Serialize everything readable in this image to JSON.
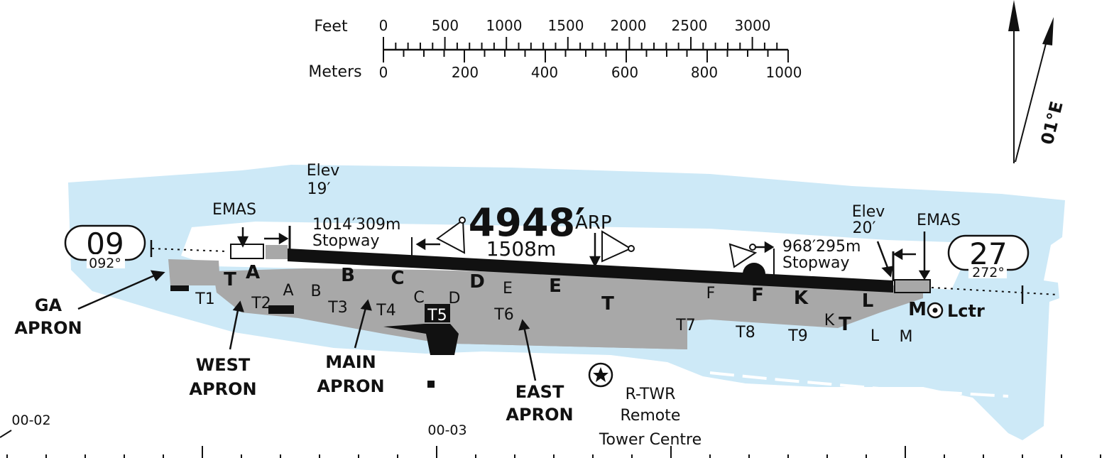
{
  "scale": {
    "feet_label": "Feet",
    "meters_label": "Meters",
    "feet_ticks": [
      "0",
      "500",
      "1000",
      "1500",
      "2000",
      "2500",
      "3000"
    ],
    "meters_ticks": [
      "0",
      "200",
      "400",
      "600",
      "800",
      "1000"
    ]
  },
  "north": {
    "variation": "01°E"
  },
  "runway": {
    "length_ft": "4948′",
    "length_m": "1508m",
    "arp": "ARP",
    "end_west": {
      "number": "09",
      "heading": "092°"
    },
    "end_east": {
      "number": "27",
      "heading": "272°"
    },
    "elev_west": {
      "label": "Elev",
      "value": "19′"
    },
    "elev_east": {
      "label": "Elev",
      "value": "20′"
    },
    "emas_west": "EMAS",
    "emas_east": "EMAS",
    "stopway_west": {
      "length": "1014′309m",
      "label": "Stopway"
    },
    "stopway_east": {
      "length": "968′295m",
      "label": "Stopway"
    }
  },
  "taxiways": {
    "main": [
      "A",
      "B",
      "C",
      "D",
      "E",
      "F",
      "K",
      "L",
      "M"
    ],
    "small": [
      "A",
      "B",
      "C",
      "D",
      "E",
      "F",
      "K",
      "L",
      "M"
    ],
    "parallel": [
      "T",
      "T",
      "T"
    ],
    "stands": [
      "T1",
      "T2",
      "T3",
      "T4",
      "T5",
      "T6",
      "T7",
      "T8",
      "T9"
    ]
  },
  "aprons": {
    "ga": [
      "GA",
      "APRON"
    ],
    "west": [
      "WEST",
      "APRON"
    ],
    "main": [
      "MAIN",
      "APRON"
    ],
    "east": [
      "EAST",
      "APRON"
    ]
  },
  "tower": {
    "name": "R-TWR",
    "line2": "Remote",
    "line3": "Tower Centre"
  },
  "lctr": "Lctr",
  "grid": {
    "left": "00-02",
    "center": "00-03"
  }
}
